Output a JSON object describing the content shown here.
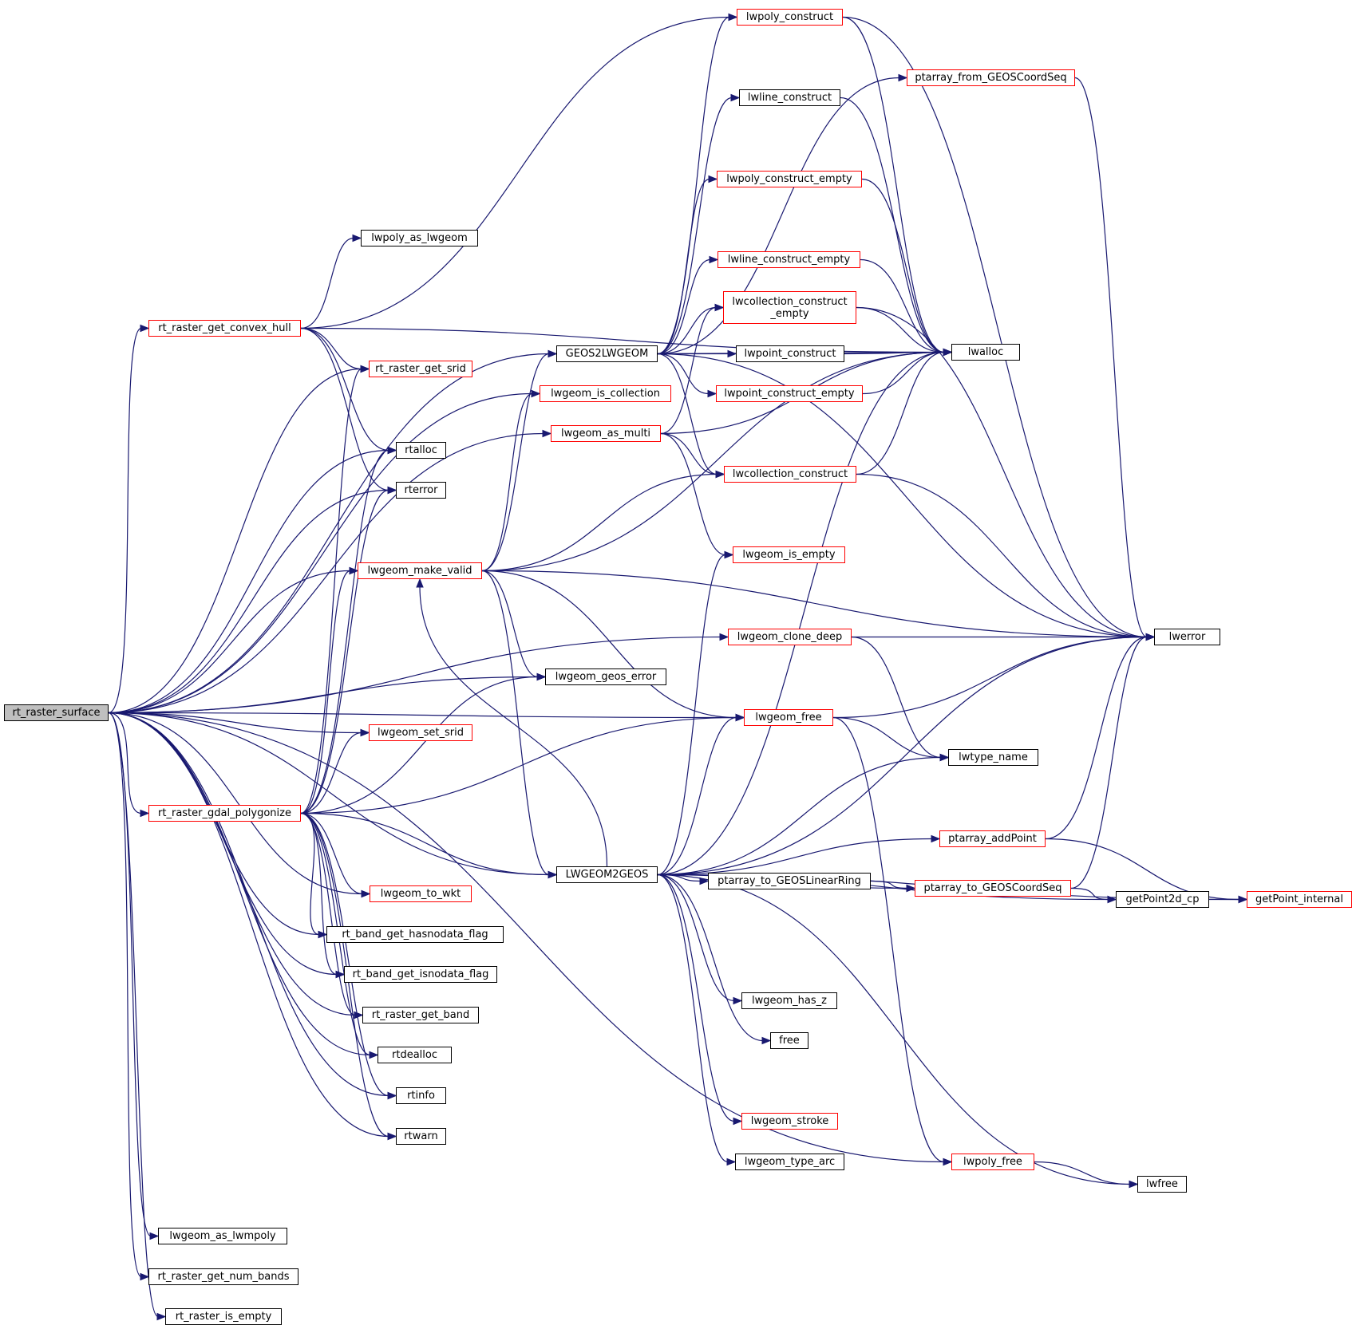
{
  "graph": {
    "colors": {
      "edge": "#191970",
      "incomplete_border": "#ff0000",
      "complete_border": "#000000",
      "root_fill": "#bfbfbf"
    },
    "nodes": [
      {
        "id": "rt_raster_surface",
        "label": "rt_raster_surface",
        "root": true
      },
      {
        "id": "rt_raster_get_convex_hull",
        "label": "rt_raster_get_convex_hull",
        "red": true
      },
      {
        "id": "lwpoly_as_lwgeom",
        "label": "lwpoly_as_lwgeom"
      },
      {
        "id": "rt_raster_get_srid",
        "label": "rt_raster_get_srid",
        "red": true
      },
      {
        "id": "rtalloc",
        "label": "rtalloc"
      },
      {
        "id": "rterror",
        "label": "rterror"
      },
      {
        "id": "lwgeom_make_valid",
        "label": "lwgeom_make_valid",
        "red": true
      },
      {
        "id": "lwgeom_set_srid",
        "label": "lwgeom_set_srid",
        "red": true
      },
      {
        "id": "rt_raster_gdal_polygonize",
        "label": "rt_raster_gdal_polygonize",
        "red": true
      },
      {
        "id": "lwgeom_to_wkt",
        "label": "lwgeom_to_wkt",
        "red": true
      },
      {
        "id": "rt_band_get_hasnodata_flag",
        "label": "rt_band_get_hasnodata_flag"
      },
      {
        "id": "rt_band_get_isnodata_flag",
        "label": "rt_band_get_isnodata_flag"
      },
      {
        "id": "rt_raster_get_band",
        "label": "rt_raster_get_band"
      },
      {
        "id": "rtdealloc",
        "label": "rtdealloc"
      },
      {
        "id": "rtinfo",
        "label": "rtinfo"
      },
      {
        "id": "rtwarn",
        "label": "rtwarn"
      },
      {
        "id": "lwgeom_as_lwmpoly",
        "label": "lwgeom_as_lwmpoly"
      },
      {
        "id": "rt_raster_get_num_bands",
        "label": "rt_raster_get_num_bands"
      },
      {
        "id": "rt_raster_is_empty",
        "label": "rt_raster_is_empty"
      },
      {
        "id": "GEOS2LWGEOM",
        "label": "GEOS2LWGEOM"
      },
      {
        "id": "lwgeom_is_collection",
        "label": "lwgeom_is_collection",
        "red": true
      },
      {
        "id": "lwgeom_as_multi",
        "label": "lwgeom_as_multi",
        "red": true
      },
      {
        "id": "lwgeom_geos_error",
        "label": "lwgeom_geos_error"
      },
      {
        "id": "LWGEOM2GEOS",
        "label": "LWGEOM2GEOS"
      },
      {
        "id": "lwpoly_construct",
        "label": "lwpoly_construct",
        "red": true
      },
      {
        "id": "lwline_construct",
        "label": "lwline_construct"
      },
      {
        "id": "lwpoly_construct_empty",
        "label": "lwpoly_construct_empty",
        "red": true
      },
      {
        "id": "lwline_construct_empty",
        "label": "lwline_construct_empty",
        "red": true
      },
      {
        "id": "lwcollection_construct_empty",
        "label": "lwcollection_construct\n_empty",
        "red": true
      },
      {
        "id": "lwpoint_construct",
        "label": "lwpoint_construct"
      },
      {
        "id": "lwpoint_construct_empty",
        "label": "lwpoint_construct_empty",
        "red": true
      },
      {
        "id": "lwcollection_construct",
        "label": "lwcollection_construct",
        "red": true
      },
      {
        "id": "lwgeom_is_empty",
        "label": "lwgeom_is_empty",
        "red": true
      },
      {
        "id": "lwgeom_clone_deep",
        "label": "lwgeom_clone_deep",
        "red": true
      },
      {
        "id": "lwgeom_free",
        "label": "lwgeom_free",
        "red": true
      },
      {
        "id": "ptarray_to_GEOSLinearRing",
        "label": "ptarray_to_GEOSLinearRing"
      },
      {
        "id": "lwgeom_has_z",
        "label": "lwgeom_has_z"
      },
      {
        "id": "free",
        "label": "free"
      },
      {
        "id": "lwgeom_stroke",
        "label": "lwgeom_stroke",
        "red": true
      },
      {
        "id": "lwgeom_type_arc",
        "label": "lwgeom_type_arc"
      },
      {
        "id": "ptarray_from_GEOSCoordSeq",
        "label": "ptarray_from_GEOSCoordSeq",
        "red": true
      },
      {
        "id": "lwalloc",
        "label": "lwalloc"
      },
      {
        "id": "lwerror",
        "label": "lwerror"
      },
      {
        "id": "lwtype_name",
        "label": "lwtype_name"
      },
      {
        "id": "ptarray_addPoint",
        "label": "ptarray_addPoint",
        "red": true
      },
      {
        "id": "ptarray_to_GEOSCoordSeq",
        "label": "ptarray_to_GEOSCoordSeq",
        "red": true
      },
      {
        "id": "getPoint2d_cp",
        "label": "getPoint2d_cp"
      },
      {
        "id": "getPoint_internal",
        "label": "getPoint_internal",
        "red": true
      },
      {
        "id": "lwpoly_free",
        "label": "lwpoly_free",
        "red": true
      },
      {
        "id": "lwfree",
        "label": "lwfree"
      }
    ],
    "edges": [
      [
        "rt_raster_surface",
        "rt_raster_get_convex_hull"
      ],
      [
        "rt_raster_surface",
        "rt_raster_get_srid"
      ],
      [
        "rt_raster_surface",
        "rtalloc"
      ],
      [
        "rt_raster_surface",
        "rterror"
      ],
      [
        "rt_raster_surface",
        "lwgeom_make_valid"
      ],
      [
        "rt_raster_surface",
        "lwgeom_set_srid"
      ],
      [
        "rt_raster_surface",
        "rt_raster_gdal_polygonize"
      ],
      [
        "rt_raster_surface",
        "lwgeom_to_wkt"
      ],
      [
        "rt_raster_surface",
        "rt_band_get_hasnodata_flag"
      ],
      [
        "rt_raster_surface",
        "rt_band_get_isnodata_flag"
      ],
      [
        "rt_raster_surface",
        "rt_raster_get_band"
      ],
      [
        "rt_raster_surface",
        "rtdealloc"
      ],
      [
        "rt_raster_surface",
        "rtinfo"
      ],
      [
        "rt_raster_surface",
        "rtwarn"
      ],
      [
        "rt_raster_surface",
        "lwgeom_as_lwmpoly"
      ],
      [
        "rt_raster_surface",
        "rt_raster_get_num_bands"
      ],
      [
        "rt_raster_surface",
        "rt_raster_is_empty"
      ],
      [
        "rt_raster_surface",
        "GEOS2LWGEOM"
      ],
      [
        "rt_raster_surface",
        "lwgeom_is_collection"
      ],
      [
        "rt_raster_surface",
        "lwgeom_as_multi"
      ],
      [
        "rt_raster_surface",
        "lwgeom_geos_error"
      ],
      [
        "rt_raster_surface",
        "LWGEOM2GEOS"
      ],
      [
        "rt_raster_surface",
        "lwgeom_clone_deep"
      ],
      [
        "rt_raster_surface",
        "lwgeom_free"
      ],
      [
        "rt_raster_surface",
        "lwpoly_free"
      ],
      [
        "rt_raster_get_convex_hull",
        "lwpoly_as_lwgeom"
      ],
      [
        "rt_raster_get_convex_hull",
        "rt_raster_get_srid"
      ],
      [
        "rt_raster_get_convex_hull",
        "rtalloc"
      ],
      [
        "rt_raster_get_convex_hull",
        "rterror"
      ],
      [
        "rt_raster_get_convex_hull",
        "lwpoly_construct"
      ],
      [
        "rt_raster_get_convex_hull",
        "lwalloc"
      ],
      [
        "rt_raster_gdal_polygonize",
        "rt_raster_get_srid"
      ],
      [
        "rt_raster_gdal_polygonize",
        "rtalloc"
      ],
      [
        "rt_raster_gdal_polygonize",
        "rterror"
      ],
      [
        "rt_raster_gdal_polygonize",
        "lwgeom_make_valid"
      ],
      [
        "rt_raster_gdal_polygonize",
        "lwgeom_set_srid"
      ],
      [
        "rt_raster_gdal_polygonize",
        "lwgeom_to_wkt"
      ],
      [
        "rt_raster_gdal_polygonize",
        "rt_band_get_hasnodata_flag"
      ],
      [
        "rt_raster_gdal_polygonize",
        "rt_band_get_isnodata_flag"
      ],
      [
        "rt_raster_gdal_polygonize",
        "rt_raster_get_band"
      ],
      [
        "rt_raster_gdal_polygonize",
        "rtdealloc"
      ],
      [
        "rt_raster_gdal_polygonize",
        "rtinfo"
      ],
      [
        "rt_raster_gdal_polygonize",
        "rtwarn"
      ],
      [
        "rt_raster_gdal_polygonize",
        "lwgeom_geos_error"
      ],
      [
        "rt_raster_gdal_polygonize",
        "LWGEOM2GEOS"
      ],
      [
        "rt_raster_gdal_polygonize",
        "lwgeom_free"
      ],
      [
        "lwgeom_make_valid",
        "GEOS2LWGEOM"
      ],
      [
        "lwgeom_make_valid",
        "lwgeom_is_collection"
      ],
      [
        "lwgeom_make_valid",
        "lwcollection_construct"
      ],
      [
        "lwgeom_make_valid",
        "lwalloc"
      ],
      [
        "lwgeom_make_valid",
        "lwgeom_geos_error"
      ],
      [
        "lwgeom_make_valid",
        "lwgeom_free"
      ],
      [
        "lwgeom_make_valid",
        "lwerror"
      ],
      [
        "lwgeom_make_valid",
        "LWGEOM2GEOS"
      ],
      [
        "GEOS2LWGEOM",
        "lwpoly_construct"
      ],
      [
        "GEOS2LWGEOM",
        "ptarray_from_GEOSCoordSeq"
      ],
      [
        "GEOS2LWGEOM",
        "lwline_construct"
      ],
      [
        "GEOS2LWGEOM",
        "lwpoly_construct_empty"
      ],
      [
        "GEOS2LWGEOM",
        "lwline_construct_empty"
      ],
      [
        "GEOS2LWGEOM",
        "lwcollection_construct_empty"
      ],
      [
        "GEOS2LWGEOM",
        "lwpoint_construct"
      ],
      [
        "GEOS2LWGEOM",
        "lwpoint_construct_empty"
      ],
      [
        "GEOS2LWGEOM",
        "lwcollection_construct"
      ],
      [
        "GEOS2LWGEOM",
        "lwalloc"
      ],
      [
        "GEOS2LWGEOM",
        "lwerror"
      ],
      [
        "lwgeom_as_multi",
        "lwcollection_construct_empty"
      ],
      [
        "lwgeom_as_multi",
        "lwcollection_construct"
      ],
      [
        "lwgeom_as_multi",
        "lwgeom_is_empty"
      ],
      [
        "lwgeom_as_multi",
        "lwalloc"
      ],
      [
        "LWGEOM2GEOS",
        "lwgeom_make_valid"
      ],
      [
        "LWGEOM2GEOS",
        "ptarray_to_GEOSLinearRing"
      ],
      [
        "LWGEOM2GEOS",
        "ptarray_to_GEOSCoordSeq"
      ],
      [
        "LWGEOM2GEOS",
        "getPoint_internal"
      ],
      [
        "LWGEOM2GEOS",
        "getPoint2d_cp"
      ],
      [
        "LWGEOM2GEOS",
        "ptarray_addPoint"
      ],
      [
        "LWGEOM2GEOS",
        "lwtype_name"
      ],
      [
        "LWGEOM2GEOS",
        "lwgeom_free"
      ],
      [
        "LWGEOM2GEOS",
        "lwgeom_is_empty"
      ],
      [
        "LWGEOM2GEOS",
        "lwerror"
      ],
      [
        "LWGEOM2GEOS",
        "lwalloc"
      ],
      [
        "LWGEOM2GEOS",
        "lwgeom_has_z"
      ],
      [
        "LWGEOM2GEOS",
        "free"
      ],
      [
        "LWGEOM2GEOS",
        "lwgeom_stroke"
      ],
      [
        "LWGEOM2GEOS",
        "lwgeom_type_arc"
      ],
      [
        "LWGEOM2GEOS",
        "lwfree"
      ],
      [
        "lwpoly_construct",
        "lwalloc"
      ],
      [
        "lwpoly_construct",
        "lwerror"
      ],
      [
        "lwline_construct",
        "lwalloc"
      ],
      [
        "lwpoly_construct_empty",
        "lwalloc"
      ],
      [
        "lwline_construct_empty",
        "lwalloc"
      ],
      [
        "lwcollection_construct_empty",
        "lwalloc"
      ],
      [
        "lwcollection_construct_empty",
        "lwerror"
      ],
      [
        "lwpoint_construct",
        "lwalloc"
      ],
      [
        "lwpoint_construct_empty",
        "lwalloc"
      ],
      [
        "lwcollection_construct",
        "lwalloc"
      ],
      [
        "lwcollection_construct",
        "lwerror"
      ],
      [
        "ptarray_from_GEOSCoordSeq",
        "lwerror"
      ],
      [
        "lwgeom_clone_deep",
        "lwerror"
      ],
      [
        "lwgeom_clone_deep",
        "lwtype_name"
      ],
      [
        "lwgeom_free",
        "lwerror"
      ],
      [
        "lwgeom_free",
        "lwtype_name"
      ],
      [
        "lwgeom_free",
        "lwpoly_free"
      ],
      [
        "ptarray_to_GEOSLinearRing",
        "ptarray_to_GEOSCoordSeq"
      ],
      [
        "ptarray_to_GEOSCoordSeq",
        "getPoint2d_cp"
      ],
      [
        "ptarray_to_GEOSCoordSeq",
        "lwerror"
      ],
      [
        "getPoint2d_cp",
        "getPoint_internal"
      ],
      [
        "ptarray_addPoint",
        "getPoint_internal"
      ],
      [
        "ptarray_addPoint",
        "lwerror"
      ],
      [
        "lwpoly_free",
        "lwfree"
      ]
    ]
  }
}
